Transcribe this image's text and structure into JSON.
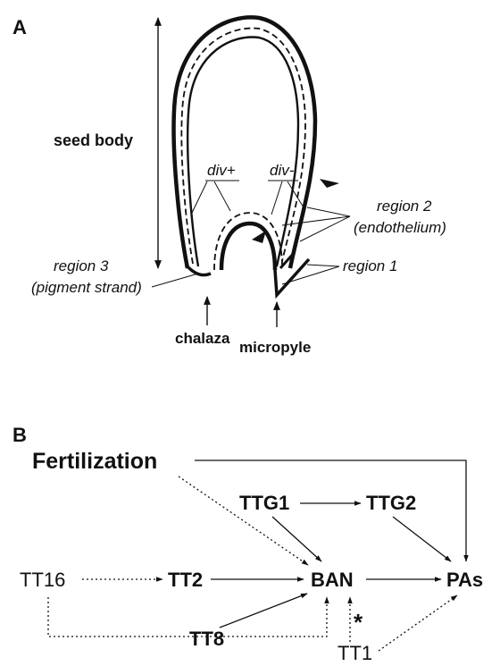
{
  "panel_a": {
    "label": "A",
    "seed_body": "seed body",
    "div_plus": "div+",
    "div_minus": "div-",
    "region2_line1": "region 2",
    "region2_line2": "(endothelium)",
    "region3_line1": "region 3",
    "region3_line2": "(pigment strand)",
    "region1": "region 1",
    "chalaza": "chalaza",
    "micropyle": "micropyle"
  },
  "panel_b": {
    "label": "B",
    "fertilization": "Fertilization",
    "ttg1": "TTG1",
    "ttg2": "TTG2",
    "tt16": "TT16",
    "tt2": "TT2",
    "ban": "BAN",
    "pas": "PAs",
    "tt8": "TT8",
    "tt1": "TT1",
    "asterisk": "*"
  }
}
